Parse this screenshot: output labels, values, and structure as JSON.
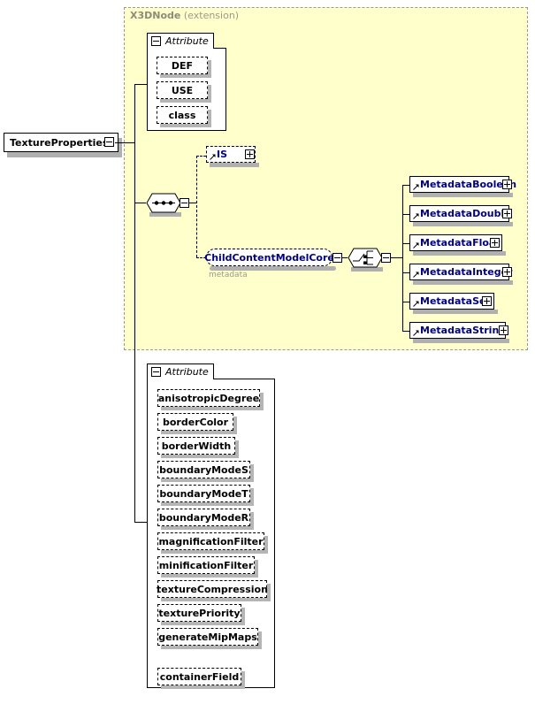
{
  "diagram": {
    "type": "xsd-schema-diagram",
    "root_element": "TextureProperties",
    "extension": {
      "base_name": "X3DNode",
      "kind": "(extension)"
    },
    "colors": {
      "extension_fill": "#ffffcc",
      "extension_border": "#999999",
      "element_text": "#000080",
      "root_text": "#000000",
      "sublabel": "#9a9a8c"
    },
    "attribute_group_inherited": {
      "title": "Attribute",
      "collapse_icon": "minus-box-icon",
      "items": [
        {
          "label": "DEF"
        },
        {
          "label": "USE"
        },
        {
          "label": "class"
        }
      ]
    },
    "sequence": {
      "icon": "sequence-compositor-icon",
      "collapse_icon": "minus-box-icon",
      "children": [
        {
          "label": "IS",
          "kind": "element-optional",
          "expand_icon": "plus-box-icon",
          "ref_icon": "reference-arrow-icon"
        },
        {
          "label": "ChildContentModelCore",
          "kind": "group-ref",
          "sublabel": "metadata",
          "collapse_icon": "minus-box-icon"
        }
      ]
    },
    "choice": {
      "icon": "choice-compositor-icon",
      "collapse_icon": "minus-box-icon",
      "children": [
        {
          "label": "MetadataBoolean",
          "expand_icon": "plus-box-icon",
          "ref_icon": "reference-arrow-icon"
        },
        {
          "label": "MetadataDouble",
          "expand_icon": "plus-box-icon",
          "ref_icon": "reference-arrow-icon"
        },
        {
          "label": "MetadataFloat",
          "expand_icon": "plus-box-icon",
          "ref_icon": "reference-arrow-icon"
        },
        {
          "label": "MetadataInteger",
          "expand_icon": "plus-box-icon",
          "ref_icon": "reference-arrow-icon"
        },
        {
          "label": "MetadataSet",
          "expand_icon": "plus-box-icon",
          "ref_icon": "reference-arrow-icon"
        },
        {
          "label": "MetadataString",
          "expand_icon": "plus-box-icon",
          "ref_icon": "reference-arrow-icon"
        }
      ]
    },
    "attribute_group_own": {
      "title": "Attribute",
      "collapse_icon": "minus-box-icon",
      "items": [
        {
          "label": "anisotropicDegree"
        },
        {
          "label": "borderColor"
        },
        {
          "label": "borderWidth"
        },
        {
          "label": "boundaryModeS"
        },
        {
          "label": "boundaryModeT"
        },
        {
          "label": "boundaryModeR"
        },
        {
          "label": "magnificationFilter"
        },
        {
          "label": "minificationFilter"
        },
        {
          "label": "textureCompression"
        },
        {
          "label": "texturePriority"
        },
        {
          "label": "generateMipMaps"
        },
        {
          "label": "containerField"
        }
      ]
    }
  }
}
